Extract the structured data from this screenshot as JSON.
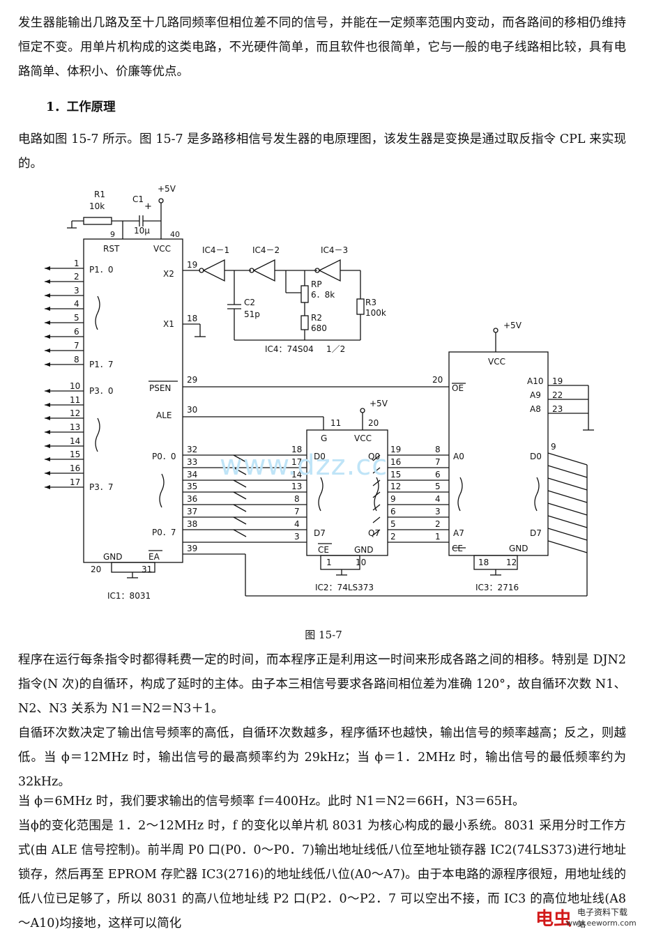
{
  "text": {
    "para1": "发生器能输出几路及至十几路同频率但相位差不同的信号，并能在一定频率范围内变动，而各路间的移相仍维持恒定不变。用单片机构成的这类电路，不光硬件简单，而且软件也很简单，它与一般的电子线路相比较，具有电路简单、体积小、价廉等优点。",
    "heading": "1．工作原理",
    "para2": "电路如图 15-7 所示。图 15-7 是多路移相信号发生器的电原理图，该发生器是变换是通过取反指令 CPL 来实现的。",
    "caption": "图 15-7",
    "para3": "程序在运行每条指令时都得耗费一定的时间，而本程序正是利用这一时间来形成各路之间的相移。特别是 DJN2 指令(N 次)的自循环，构成了延时的主体。由子本三相信号要求各路间相位差为准确 120°，故自循环次数 N1、N2、N3 关系为 N1＝N2＝N3＋1。",
    "para4": "自循环次数决定了输出信号频率的高低，自循环次数越多，程序循环也越快，输出信号的频率越高；反之，则越低。当 ϕ＝12MHz 时，输出信号的最高频率约为 29kHz；当 ϕ＝1．2MHz 时，输出信号的最低频率约为 32kHz。",
    "para5": "当 ϕ＝6MHz 时，我们要求输出的信号频率 f＝400Hz。此时 N1＝N2＝66H，N3＝65H。",
    "para6": "当ϕ的变化范围是 1．2～12MHz 时，f 的变化以单片机 8031 为核心构成的最小系统。8031 采用分时工作方式(由 ALE 信号控制)。前半周 P0 口(P0．0～P0．7)输出地址线低八位至地址锁存器 IC2(74LS373)进行地址锁存，然后再至 EPROM 存贮器 IC3(2716)的地址线低八位(A0～A7)。由于本电路的源程序很短，用地址线的低八位已足够了，所以 8031 的高八位地址线 P2 口(P2．0～P2．7 可以空出不接，而 IC3 的高位地址线(A8～A10)均接地，这样可以简化"
  },
  "watermark": "www.dzz.cc",
  "footer": {
    "logo": "电虫",
    "site": "电子资料下载站",
    "url": "www.eeworm.com"
  },
  "schematic": {
    "r1": "R1",
    "r1v": "10k",
    "c1": "C1",
    "c1v": "10μ",
    "vcc1": "+5V",
    "pin9": "9",
    "pin40": "40",
    "rst": "RST",
    "vcc_lbl": "VCC",
    "x2": "X2",
    "x1": "X1",
    "p10": "P1．0",
    "p17": "P1．7",
    "p30": "P3．0",
    "p37": "P3．7",
    "psen": "PSEN",
    "ale": "ALE",
    "p00": "P0．0",
    "p07": "P0．7",
    "gnd": "GND",
    "ea": "EA",
    "ic1": "IC1：8031",
    "ic41": "IC4－1",
    "ic42": "IC4－2",
    "ic43": "IC4－3",
    "c2": "C2",
    "c2v": "51p",
    "rp": "RP",
    "rpv": "6．8k",
    "r2": "R2",
    "r2v": "680",
    "r3": "R3",
    "r3v": "100k",
    "ic4": "IC4：74S04",
    "half": "1／2",
    "vcc2": "+5V",
    "g": "G",
    "d0": "D0",
    "d7": "D7",
    "q0": "Q0",
    "q7": "Q7",
    "ce": "CE",
    "ic2": "IC2：74LS373",
    "vcc3": "+5V",
    "oe": "OE",
    "a10": "A10",
    "a9": "A9",
    "a8": "A8",
    "a0": "A0",
    "a7": "A7",
    "ic3": "IC3：2716",
    "p1pins": [
      "1",
      "2",
      "3",
      "4",
      "5",
      "6",
      "7",
      "8"
    ],
    "p3pins": [
      "10",
      "11",
      "12",
      "13",
      "14",
      "15",
      "16",
      "17"
    ],
    "p0pins": [
      "32",
      "33",
      "34",
      "35",
      "36",
      "37",
      "38",
      "39"
    ],
    "ic2d": [
      "18",
      "17",
      "14",
      "13",
      "8",
      "7",
      "4",
      "3"
    ],
    "ic2q": [
      "19",
      "16",
      "15",
      "12",
      "9",
      "6",
      "5",
      "2"
    ],
    "ic3a": [
      "8",
      "7",
      "6",
      "5",
      "4",
      "3",
      "2",
      "1"
    ],
    "n19": "19",
    "n18": "18",
    "n29": "29",
    "n30": "30",
    "n20a": "20",
    "n31": "31",
    "n11": "11",
    "n20b": "20",
    "n1": "1",
    "n10": "10",
    "n20c": "20",
    "n19b": "19",
    "n22": "22",
    "n23": "23",
    "n9": "9",
    "n18b": "18",
    "n12": "12"
  }
}
